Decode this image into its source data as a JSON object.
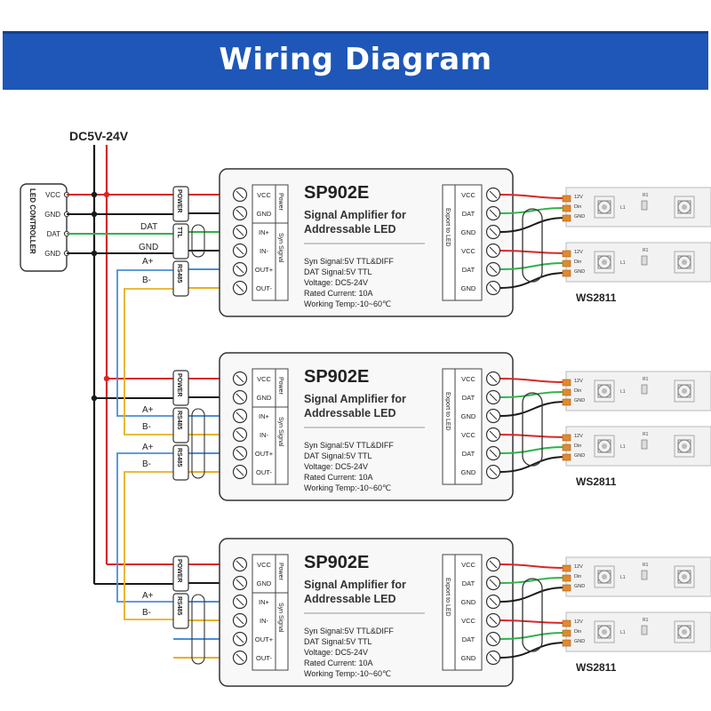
{
  "header": {
    "title": "Wiring Diagram"
  },
  "supply": {
    "label": "DC5V-24V"
  },
  "controller": {
    "title": "LED CONTROLLER",
    "pins": [
      "VCC",
      "GND",
      "DAT",
      "GND"
    ]
  },
  "wire_labels": {
    "dat": "DAT",
    "gnd": "GND",
    "a_plus": "A+",
    "b_minus": "B-"
  },
  "connector_labels": {
    "power": "POWER",
    "ttl": "TTL",
    "rs485": "RS485"
  },
  "amplifier": {
    "model": "SP902E",
    "subtitle_line1": "Signal Amplifier for",
    "subtitle_line2": "Addressable LED",
    "specs": [
      "Syn Signal:5V TTL&DIFF",
      "DAT Signal:5V TTL",
      "Voltage: DC5-24V",
      "Rated Current: 10A",
      "Working Temp:-10~60℃"
    ],
    "input_terminals": [
      "VCC",
      "GND",
      "IN+",
      "IN-",
      "OUT+",
      "OUT-"
    ],
    "power_section": "Power",
    "signal_section": "Syn Signal",
    "output_terminals": [
      "VCC",
      "DAT",
      "GND",
      "VCC",
      "DAT",
      "GND"
    ],
    "output_section": "Export to LED"
  },
  "strip": {
    "name": "WS2811",
    "pads": [
      "12V",
      "Din",
      "GND"
    ],
    "resistor_label": "R1",
    "chip_label": "L1"
  },
  "colors": {
    "banner": "#1e57b8",
    "vcc_wire": "#d62828",
    "gnd_wire": "#1a1a1a",
    "dat_wire": "#2fb24a",
    "a_plus_wire": "#4a8fd8",
    "b_minus_wire": "#e8b020"
  }
}
